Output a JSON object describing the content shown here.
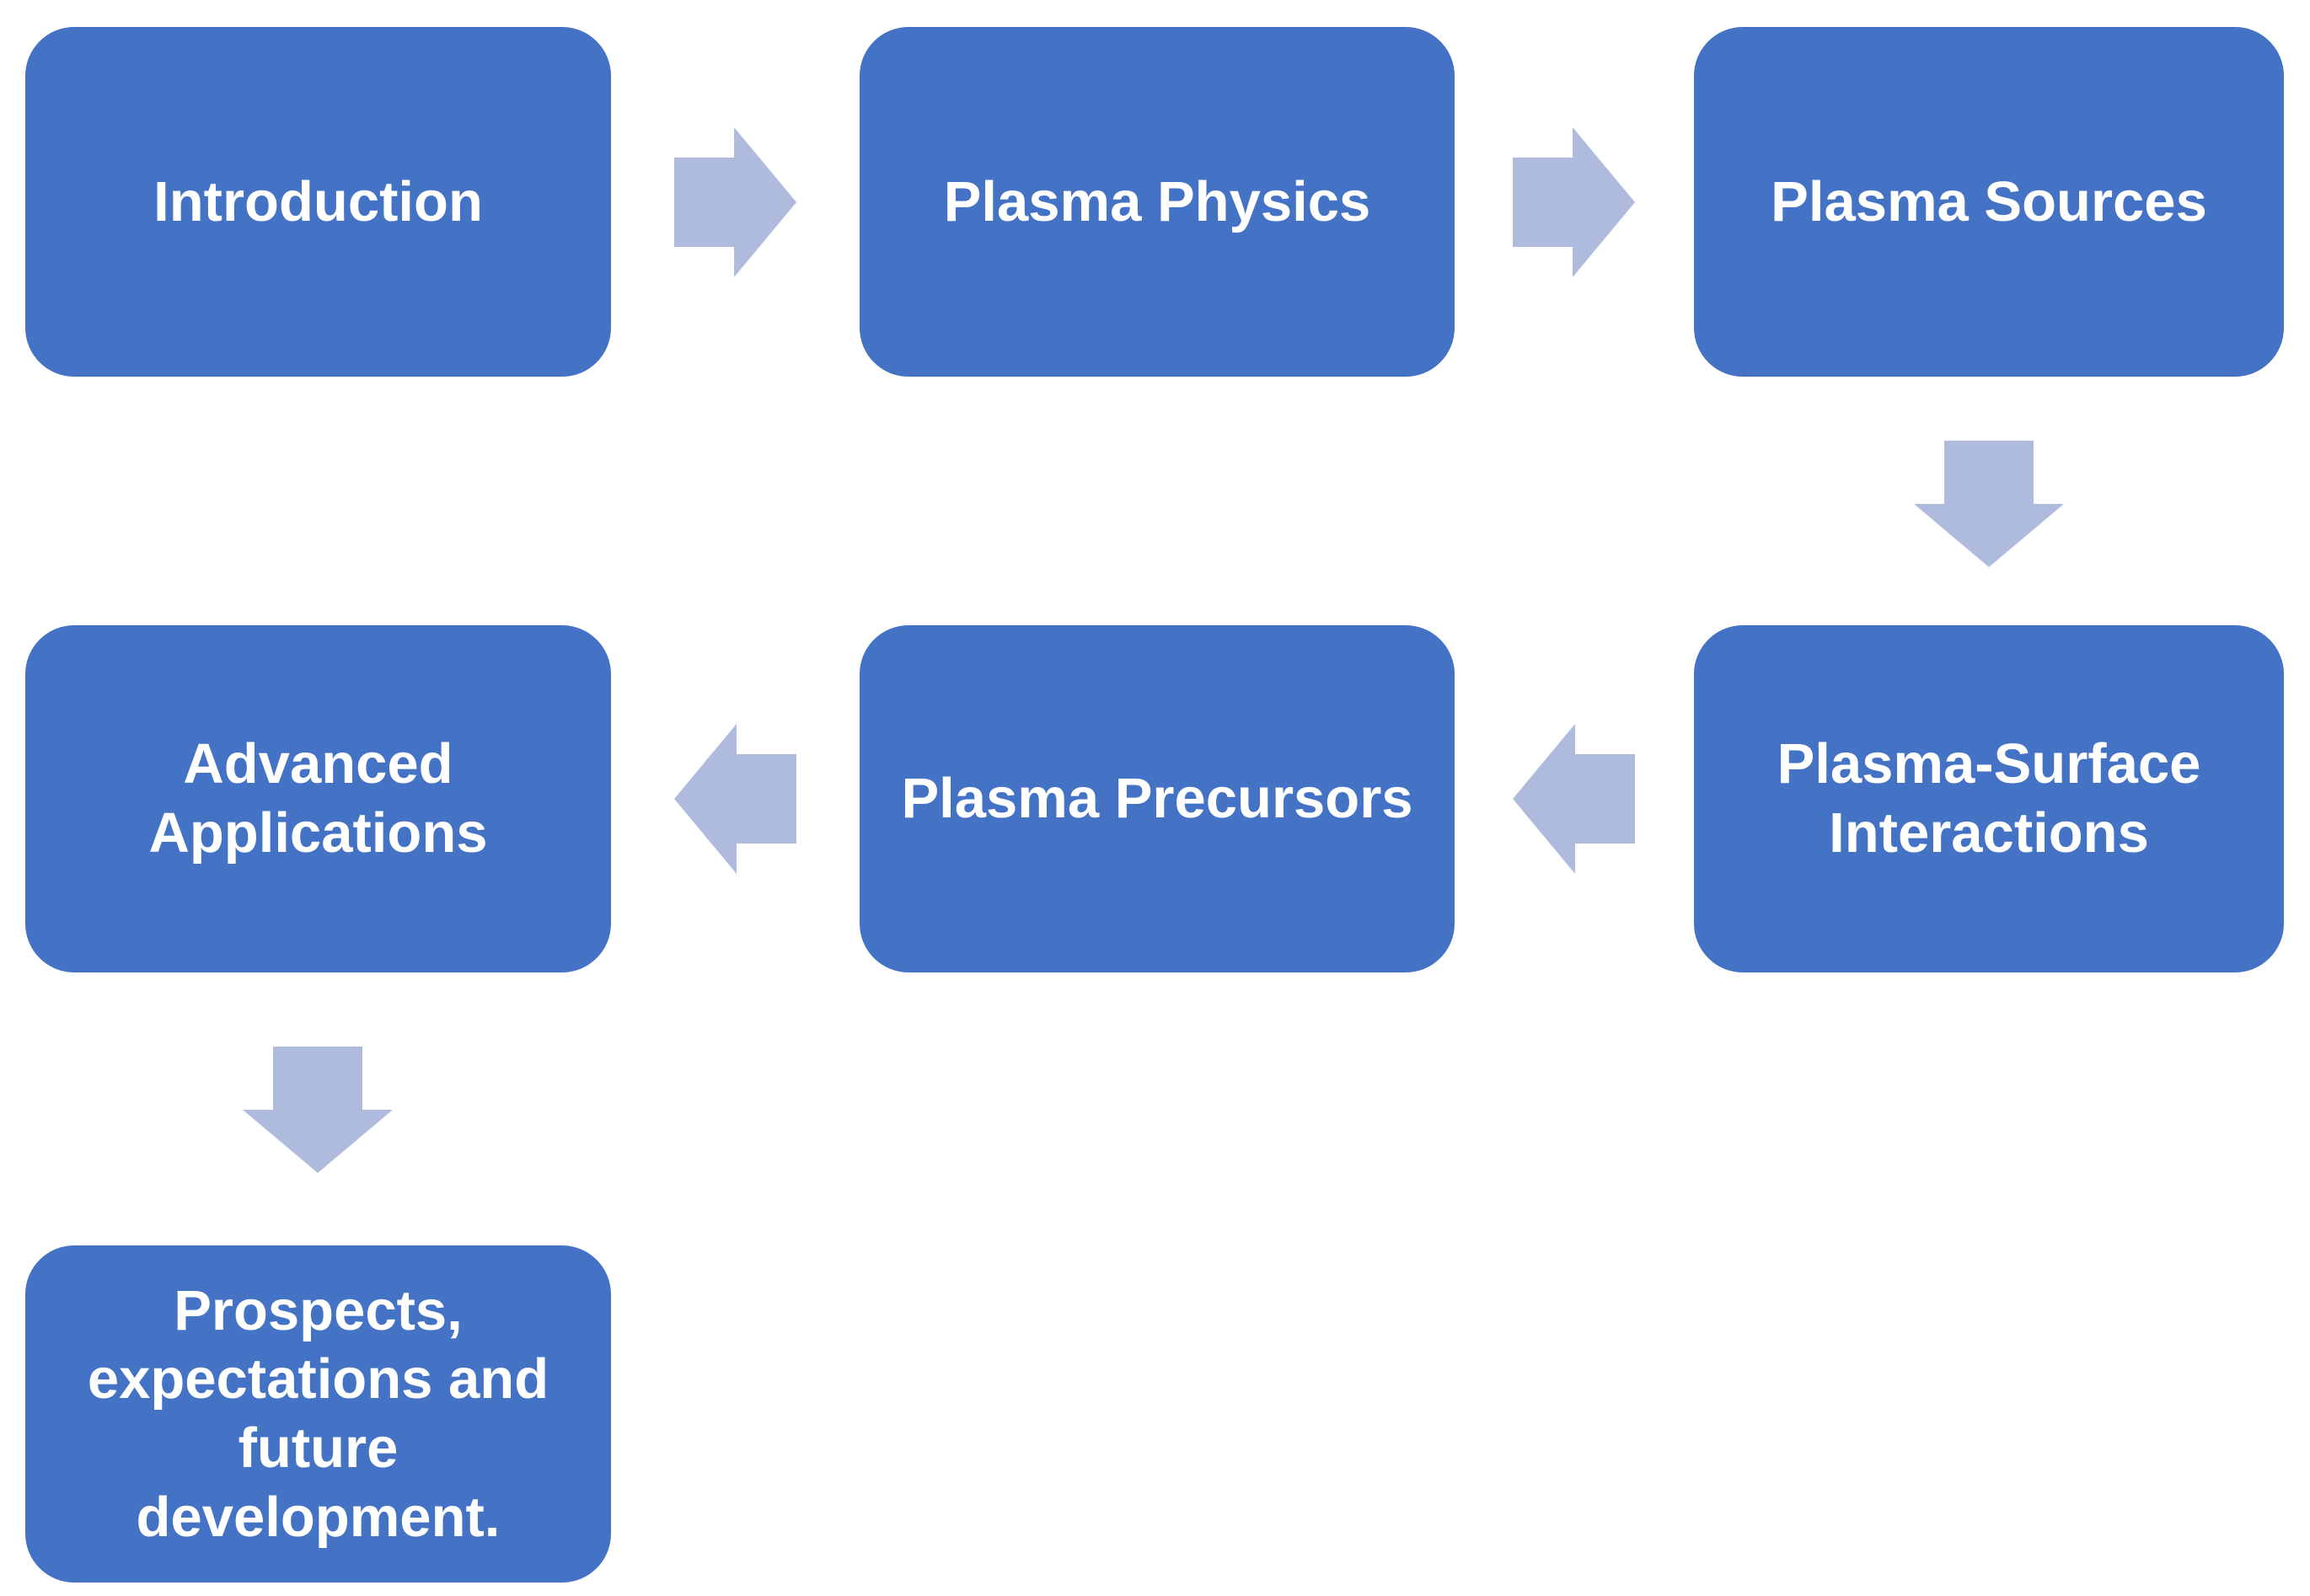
{
  "diagram": {
    "type": "process-flowchart",
    "background": "#FFFFFF",
    "colors": {
      "box_fill": "#4472C4",
      "arrow_fill": "#AEBBDC",
      "label_color": "#FFFFFF",
      "background": "#FFFFFF"
    },
    "nodes": [
      {
        "id": "introduction",
        "label": "Introduction"
      },
      {
        "id": "plasma-physics",
        "label": "Plasma Physics"
      },
      {
        "id": "plasma-sources",
        "label": "Plasma Sources"
      },
      {
        "id": "plasma-surface-interactions",
        "label": "Plasma-Surface\nInteractions"
      },
      {
        "id": "plasma-precursors",
        "label": "Plasma Precursors"
      },
      {
        "id": "advanced-applications",
        "label": "Advanced\nApplications"
      },
      {
        "id": "prospects",
        "label": "Prospects,\nexpectations and\nfuture\ndevelopment."
      }
    ],
    "flow": [
      {
        "from": "Introduction",
        "to": "Plasma Physics",
        "direction": "right"
      },
      {
        "from": "Plasma Physics",
        "to": "Plasma Sources",
        "direction": "right"
      },
      {
        "from": "Plasma Sources",
        "to": "Plasma-Surface Interactions",
        "direction": "down"
      },
      {
        "from": "Plasma-Surface Interactions",
        "to": "Plasma Precursors",
        "direction": "left"
      },
      {
        "from": "Plasma Precursors",
        "to": "Advanced Applications",
        "direction": "left"
      },
      {
        "from": "Advanced Applications",
        "to": "Prospects, expectations and future development.",
        "direction": "down"
      }
    ]
  }
}
